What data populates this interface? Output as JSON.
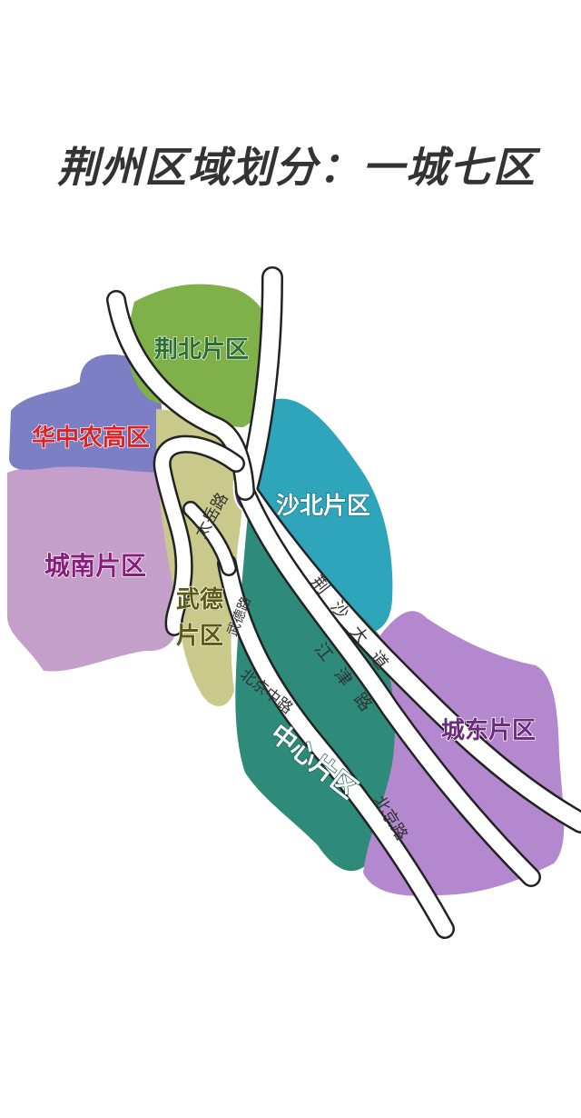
{
  "title": "荆州区域划分：一城七区",
  "colors": {
    "jingbei": "#7fb04a",
    "huazhong": "#7c7fc4",
    "chengnan": "#c49fc9",
    "wude": "#c8c98a",
    "shabei": "#2ea5bb",
    "zhongxin": "#2e8b7a",
    "chengdong": "#b488cf",
    "core": "#5b3a86"
  },
  "districts": {
    "jingbei": "荆北片区",
    "huazhong": "华中农高区",
    "chengnan": "城南片区",
    "wude": "武德片区",
    "shabei": "沙北片区",
    "zhongxin": "中心片区",
    "chengdong": "城东片区"
  },
  "roads": {
    "taiyue": "太岳路",
    "jingsha": "荆沙大道",
    "jiangjin": "江津路",
    "beijing_zhong": "北京中路",
    "beijing": "北京路",
    "unnamed": "武德路"
  }
}
